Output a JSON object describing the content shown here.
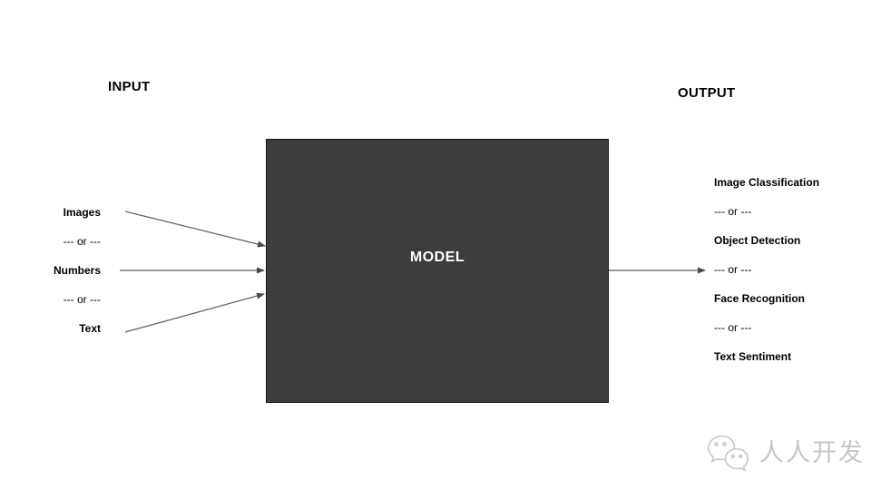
{
  "diagram": {
    "input_heading": "INPUT",
    "output_heading": "OUTPUT",
    "model_label": "MODEL",
    "input_list": [
      {
        "text": "Images"
      },
      {
        "text": "--- or ---"
      },
      {
        "text": "Numbers"
      },
      {
        "text": "--- or ---"
      },
      {
        "text": "Text"
      }
    ],
    "output_list": [
      {
        "text": "Image Classification"
      },
      {
        "text": "--- or ---"
      },
      {
        "text": "Object Detection"
      },
      {
        "text": "--- or ---"
      },
      {
        "text": "Face Recognition"
      },
      {
        "text": "--- or ---"
      },
      {
        "text": "Text Sentiment"
      }
    ],
    "colors": {
      "model_box_fill": "#3d3d3d",
      "model_box_border": "#161616",
      "model_text": "#ffffff",
      "arrow": "#606060",
      "text": "#000000",
      "watermark": "#c6c6c6"
    }
  },
  "watermark": {
    "icon": "wechat-bubbles-icon",
    "text": "人人开发"
  }
}
